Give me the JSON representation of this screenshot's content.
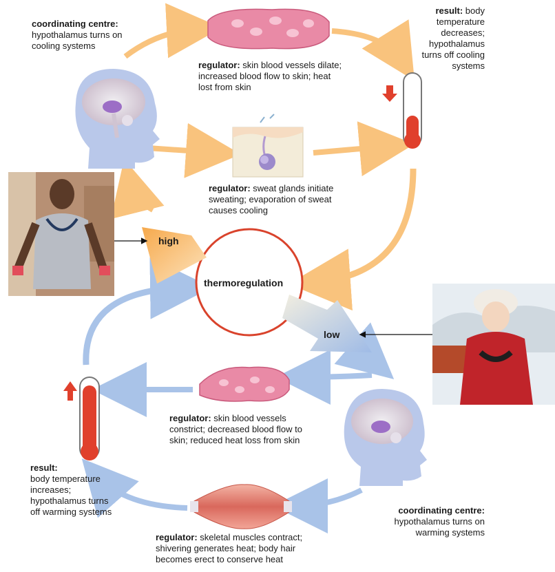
{
  "center": {
    "label": "thermoregulation"
  },
  "stimulus": {
    "high": "high",
    "low": "low"
  },
  "top_loop": {
    "coordinating_centre": {
      "title": "coordinating centre:",
      "text": "hypothalamus turns on cooling systems"
    },
    "regulator_vessels": {
      "title": "regulator:",
      "text": "skin blood vessels dilate; increased blood flow to skin; heat lost from skin"
    },
    "regulator_sweat": {
      "title": "regulator:",
      "text": "sweat glands initiate sweating; evaporation of sweat causes cooling"
    },
    "result": {
      "title": "result:",
      "text": "body temperature decreases; hypothalamus turns off cooling systems"
    }
  },
  "bottom_loop": {
    "coordinating_centre": {
      "title": "coordinating centre:",
      "text": "hypothalamus turns on warming systems"
    },
    "regulator_vessels": {
      "title": "regulator:",
      "text": "skin blood vessels constrict; decreased blood flow to skin; reduced heat loss from skin"
    },
    "regulator_muscles": {
      "title": "regulator:",
      "text": "skeletal muscles contract; shivering generates heat; body hair becomes erect to conserve heat"
    },
    "result": {
      "title": "result:",
      "text": "body temperature increases; hypothalamus turns off warming systems"
    }
  },
  "colors": {
    "warm_arrow": "#f9c37d",
    "warm_arrow_dark": "#f4a640",
    "cool_arrow": "#a9c3e8",
    "cool_arrow_dark": "#8fb0de",
    "circle_stroke": "#d9432c",
    "vessel": "#e98aa6",
    "head": "#b9c8ea",
    "thermometer_red": "#e0402c"
  }
}
